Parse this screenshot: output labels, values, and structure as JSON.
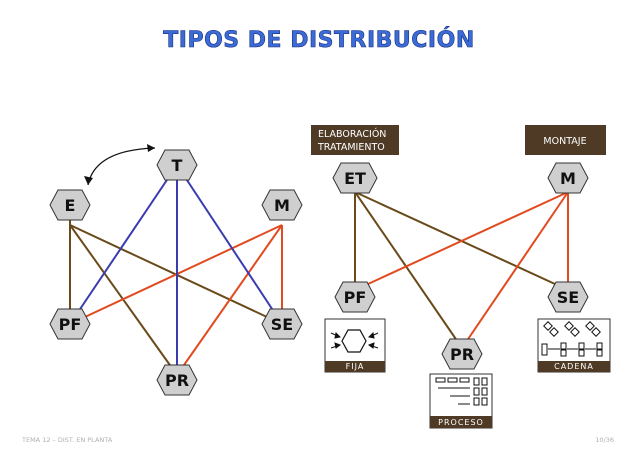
{
  "title": "TIPOS DE DISTRIBUCIÓN",
  "colors": {
    "title": "#3a6bd6",
    "blue": "#3b3bb0",
    "red": "#e24a1f",
    "brown": "#6a4a1a",
    "box": "#4f3a26"
  },
  "left_nodes": {
    "T": "T",
    "E": "E",
    "M": "M",
    "PF": "PF",
    "SE": "SE",
    "PR": "PR"
  },
  "right_nodes": {
    "ET": "ET",
    "M": "M",
    "PF": "PF",
    "SE": "SE",
    "PR": "PR"
  },
  "boxes": {
    "elaboracion": [
      "ELABORACIÓN",
      "TRATAMIENTO"
    ],
    "montaje": "MONTAJE"
  },
  "icons": {
    "fija": "FIJA",
    "proceso": "PROCESO",
    "cadena": "CADENA"
  },
  "footer": {
    "left": "TEMA 12 – DIST. EN PLANTA",
    "right": "10/36"
  }
}
